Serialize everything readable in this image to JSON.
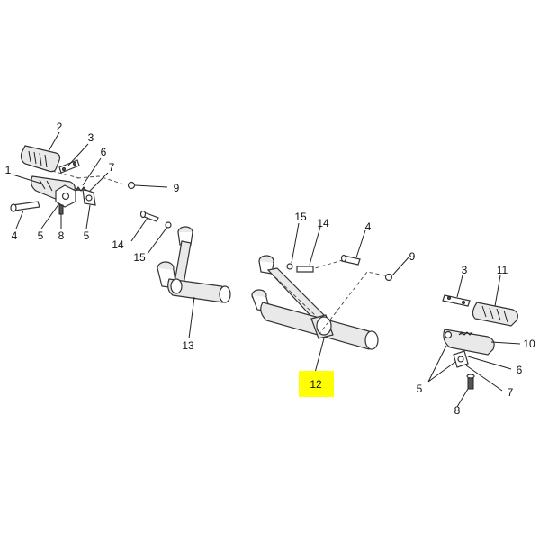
{
  "diagram": {
    "highlight_color": "#ffff00",
    "highlighted_callout": "12",
    "callouts": [
      {
        "id": "c-2a",
        "label": "2"
      },
      {
        "id": "c-3a",
        "label": "3"
      },
      {
        "id": "c-6a",
        "label": "6"
      },
      {
        "id": "c-7a",
        "label": "7"
      },
      {
        "id": "c-1a",
        "label": "1"
      },
      {
        "id": "c-9a",
        "label": "9"
      },
      {
        "id": "c-4a",
        "label": "4"
      },
      {
        "id": "c-5a",
        "label": "5"
      },
      {
        "id": "c-8a",
        "label": "8"
      },
      {
        "id": "c-5b",
        "label": "5"
      },
      {
        "id": "c-14a",
        "label": "14"
      },
      {
        "id": "c-15a",
        "label": "15"
      },
      {
        "id": "c-13",
        "label": "13"
      },
      {
        "id": "c-15b",
        "label": "15"
      },
      {
        "id": "c-14b",
        "label": "14"
      },
      {
        "id": "c-4b",
        "label": "4"
      },
      {
        "id": "c-9b",
        "label": "9"
      },
      {
        "id": "c-12",
        "label": "12"
      },
      {
        "id": "c-3b",
        "label": "3"
      },
      {
        "id": "c-11",
        "label": "11"
      },
      {
        "id": "c-10",
        "label": "10"
      },
      {
        "id": "c-6b",
        "label": "6"
      },
      {
        "id": "c-5c",
        "label": "5"
      },
      {
        "id": "c-7b",
        "label": "7"
      },
      {
        "id": "c-8b",
        "label": "8"
      }
    ]
  }
}
